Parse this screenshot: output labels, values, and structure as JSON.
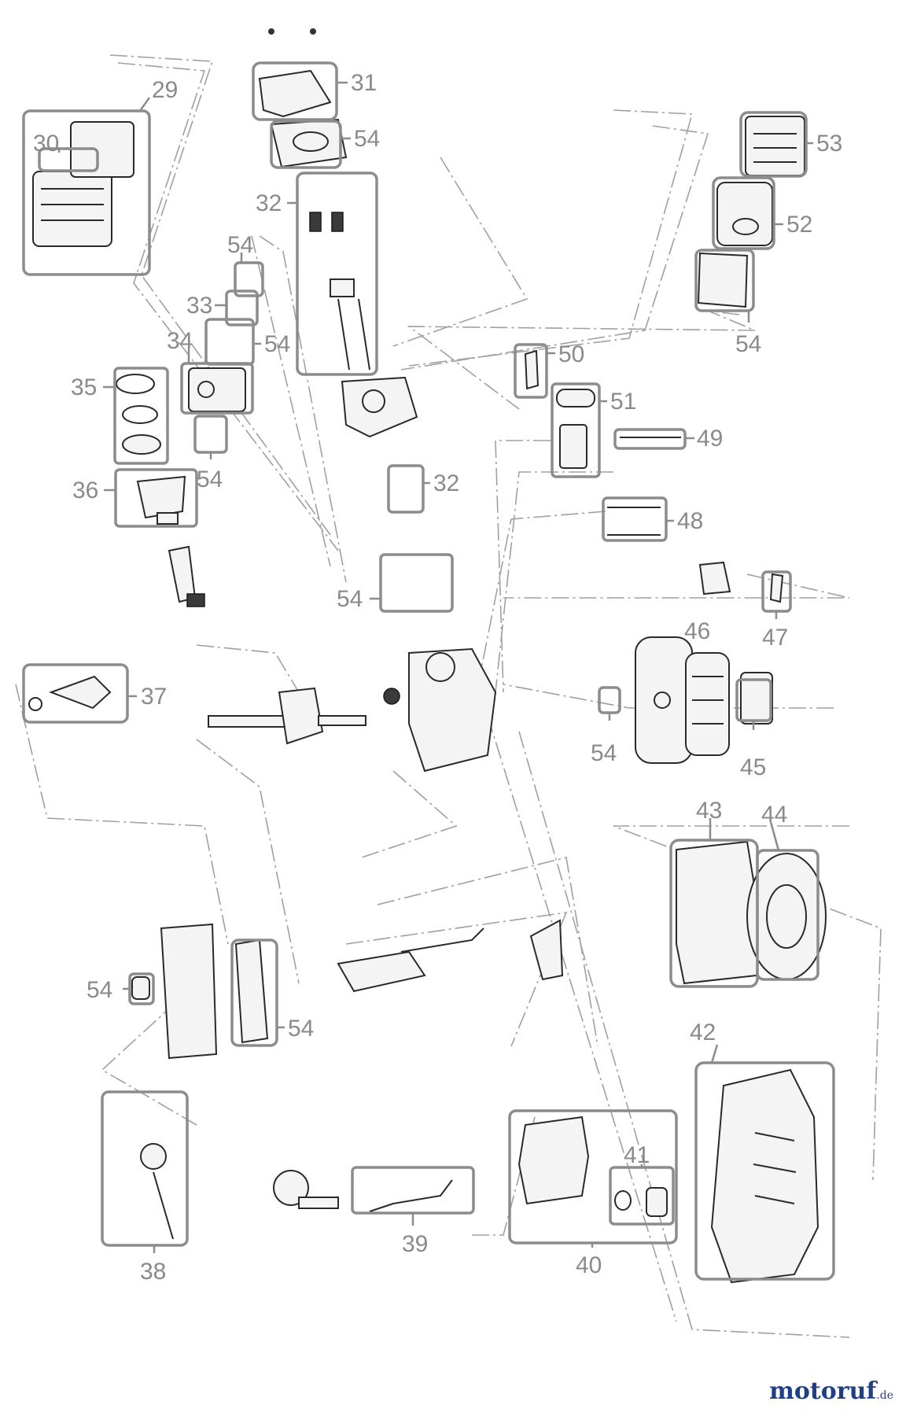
{
  "watermark": {
    "main": "motoruf",
    "suffix": ".de"
  },
  "labels": [
    "29",
    "30",
    "31",
    "54",
    "32",
    "53",
    "52",
    "54",
    "54",
    "33",
    "54",
    "34",
    "35",
    "50",
    "51",
    "49",
    "54",
    "36",
    "32",
    "48",
    "54",
    "47",
    "46",
    "37",
    "54",
    "45",
    "43",
    "44",
    "54",
    "54",
    "42",
    "41",
    "38",
    "39",
    "40"
  ]
}
